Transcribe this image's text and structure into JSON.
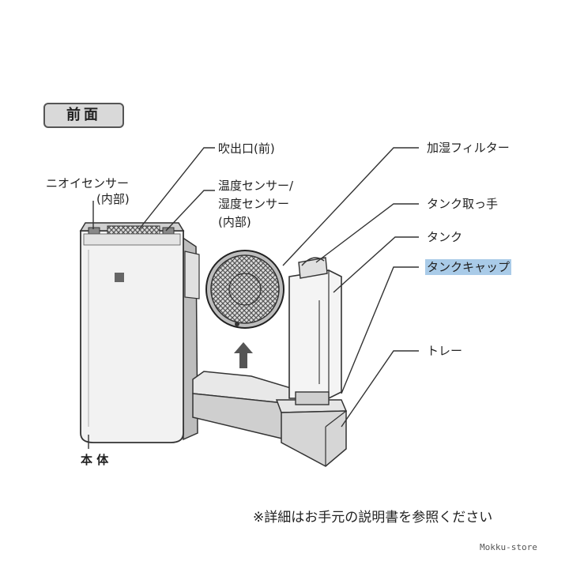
{
  "section_title": "前面",
  "labels": {
    "odor_sensor": "ニオイセンサー",
    "odor_sensor_sub": "(内部)",
    "outlet": "吹出口(前)",
    "temp_sensor_1": "温度センサー/",
    "temp_sensor_2": "湿度センサー",
    "temp_sensor_sub": "(内部)",
    "filter": "加湿フィルター",
    "tank_handle": "タンク取っ手",
    "tank": "タンク",
    "tank_cap": "タンクキャップ",
    "tray": "トレー",
    "body": "本 体"
  },
  "footnote": "※詳細はお手元の説明書を参照ください",
  "watermark": "Mokku-store",
  "colors": {
    "highlight": "#a9cbe8",
    "line": "#333333",
    "unit_fill": "#ececec"
  }
}
